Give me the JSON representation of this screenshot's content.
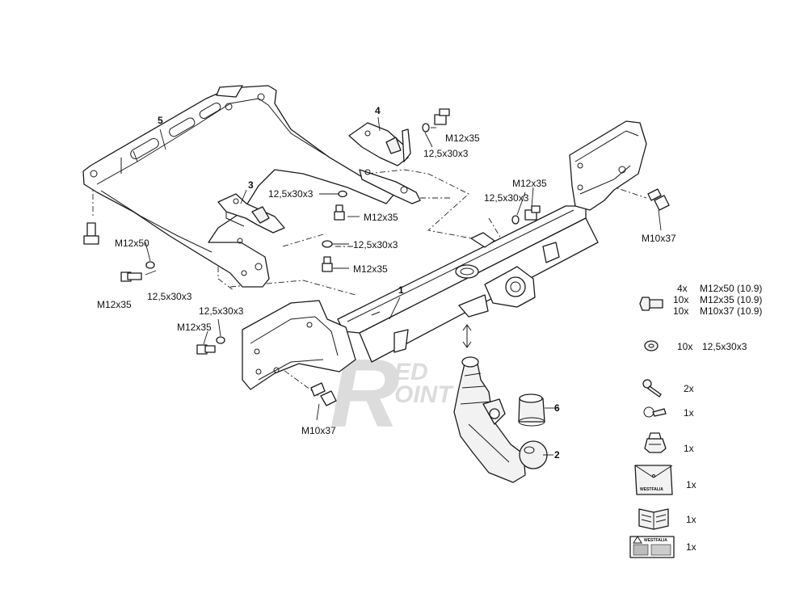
{
  "parts": {
    "p1": "1",
    "p2": "2",
    "p3": "3",
    "p4": "4",
    "p5": "5",
    "p6": "6"
  },
  "callouts": {
    "m12x50_left": "M12x50",
    "m12x35_left": "M12x35",
    "washer_left": "12,5x30x3",
    "washer_front": "12,5x30x3",
    "m12x35_front": "M12x35",
    "m10x37_front": "M10x37",
    "washer_p3": "12,5x30x3",
    "m12x35_p3": "M12x35",
    "washer_p3b": "12,5x30x3",
    "m12x35_p3b": "M12x35",
    "m12x35_p4": "M12x35",
    "washer_p4": "12,5x30x3",
    "m12x35_right": "M12x35",
    "washer_right": "12,5x30x3",
    "m10x37_right": "M10x37"
  },
  "legend": {
    "bolts": [
      {
        "qty": "4x",
        "spec": "M12x50 (10.9)"
      },
      {
        "qty": "10x",
        "spec": "M12x35 (10.9)"
      },
      {
        "qty": "10x",
        "spec": "M10x37 (10.9)"
      }
    ],
    "washers": {
      "qty": "10x",
      "spec": "12,5x30x3"
    },
    "items": [
      {
        "icon": "key-icon",
        "qty": "2x"
      },
      {
        "icon": "ring-clip-icon",
        "qty": "1x"
      },
      {
        "icon": "socket-cap-icon",
        "qty": "1x"
      },
      {
        "icon": "pouch-icon",
        "qty": "1x",
        "brand": "WESTFALIA"
      },
      {
        "icon": "manual-book-icon",
        "qty": "1x"
      },
      {
        "icon": "warning-sticker-icon",
        "qty": "1x",
        "brand": "WESTFALIA"
      }
    ]
  },
  "watermark": {
    "letter": "R",
    "top": "ED",
    "bottom": "OINT"
  }
}
